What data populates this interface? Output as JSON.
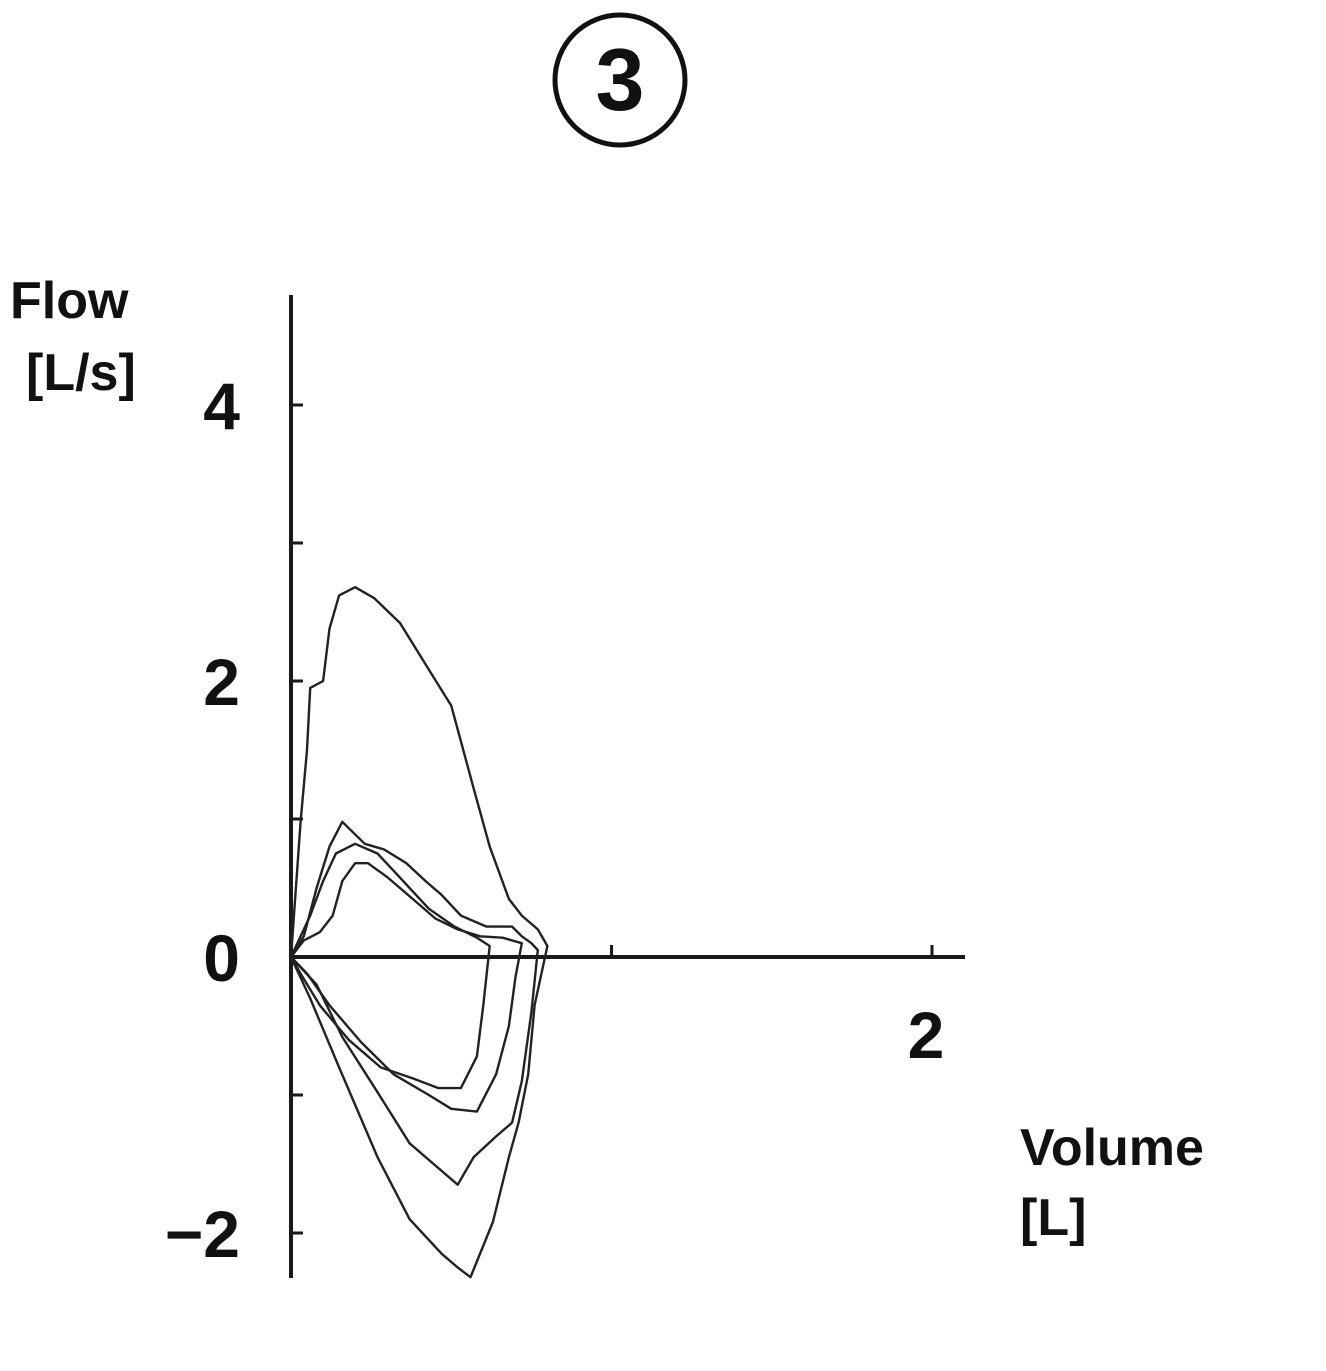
{
  "panel_label": "3",
  "chart_data": {
    "type": "line",
    "title": "",
    "xlabel": "Volume",
    "xunit": "[L]",
    "ylabel": "Flow",
    "yunit": "[L/s]",
    "xlim": [
      0,
      2.1
    ],
    "ylim": [
      -2.35,
      4.8
    ],
    "x_tick_values": [
      1,
      2
    ],
    "x_tick_labels": [
      {
        "value": 2,
        "label": "2"
      }
    ],
    "y_tick_values": [
      -2,
      -1,
      0,
      1,
      2,
      3,
      4
    ],
    "y_tick_labels": [
      {
        "value": 4,
        "label": "4"
      },
      {
        "value": 2,
        "label": "2"
      },
      {
        "value": 0,
        "label": "0"
      },
      {
        "value": -2,
        "label": "−2"
      }
    ],
    "grid": false,
    "legend": "none",
    "series": [
      {
        "x": [
          0.0,
          0.03,
          0.05,
          0.06,
          0.1,
          0.12,
          0.15,
          0.2,
          0.26,
          0.34,
          0.42,
          0.5,
          0.57,
          0.62,
          0.68,
          0.72,
          0.77,
          0.8,
          0.76,
          0.74,
          0.71,
          0.68,
          0.63,
          0.56,
          0.52,
          0.47,
          0.37,
          0.27,
          0.15,
          0.06,
          0.0
        ],
        "y": [
          0.0,
          0.98,
          1.5,
          1.95,
          2.0,
          2.38,
          2.62,
          2.68,
          2.6,
          2.42,
          2.12,
          1.82,
          1.22,
          0.8,
          0.42,
          0.3,
          0.2,
          0.08,
          -0.35,
          -0.85,
          -1.2,
          -1.45,
          -1.92,
          -2.32,
          -2.25,
          -2.15,
          -1.9,
          -1.45,
          -0.8,
          -0.3,
          0.0
        ]
      },
      {
        "x": [
          0.0,
          0.04,
          0.08,
          0.12,
          0.16,
          0.23,
          0.29,
          0.36,
          0.42,
          0.47,
          0.53,
          0.61,
          0.69,
          0.72,
          0.75,
          0.77,
          0.75,
          0.72,
          0.69,
          0.64,
          0.57,
          0.52,
          0.47,
          0.37,
          0.27,
          0.16,
          0.08,
          0.0
        ],
        "y": [
          0.0,
          0.15,
          0.5,
          0.8,
          0.98,
          0.82,
          0.78,
          0.68,
          0.55,
          0.45,
          0.3,
          0.22,
          0.22,
          0.15,
          0.1,
          0.05,
          -0.4,
          -0.9,
          -1.2,
          -1.3,
          -1.45,
          -1.65,
          -1.55,
          -1.35,
          -0.98,
          -0.58,
          -0.2,
          0.0
        ]
      },
      {
        "x": [
          0.0,
          0.04,
          0.09,
          0.13,
          0.16,
          0.2,
          0.24,
          0.3,
          0.38,
          0.45,
          0.52,
          0.59,
          0.66,
          0.72,
          0.7,
          0.68,
          0.64,
          0.58,
          0.5,
          0.43,
          0.32,
          0.22,
          0.12,
          0.05,
          0.0
        ],
        "y": [
          0.0,
          0.12,
          0.18,
          0.3,
          0.55,
          0.68,
          0.68,
          0.58,
          0.42,
          0.28,
          0.2,
          0.15,
          0.14,
          0.1,
          -0.15,
          -0.5,
          -0.85,
          -1.12,
          -1.1,
          -1.0,
          -0.85,
          -0.62,
          -0.35,
          -0.12,
          0.0
        ]
      },
      {
        "x": [
          0.0,
          0.06,
          0.1,
          0.14,
          0.2,
          0.27,
          0.35,
          0.43,
          0.51,
          0.58,
          0.62,
          0.6,
          0.58,
          0.53,
          0.46,
          0.38,
          0.28,
          0.18,
          0.09,
          0.03,
          0.0
        ],
        "y": [
          0.0,
          0.3,
          0.55,
          0.75,
          0.82,
          0.75,
          0.55,
          0.35,
          0.22,
          0.14,
          0.08,
          -0.35,
          -0.72,
          -0.95,
          -0.95,
          -0.88,
          -0.8,
          -0.6,
          -0.35,
          -0.12,
          0.0
        ]
      }
    ]
  }
}
